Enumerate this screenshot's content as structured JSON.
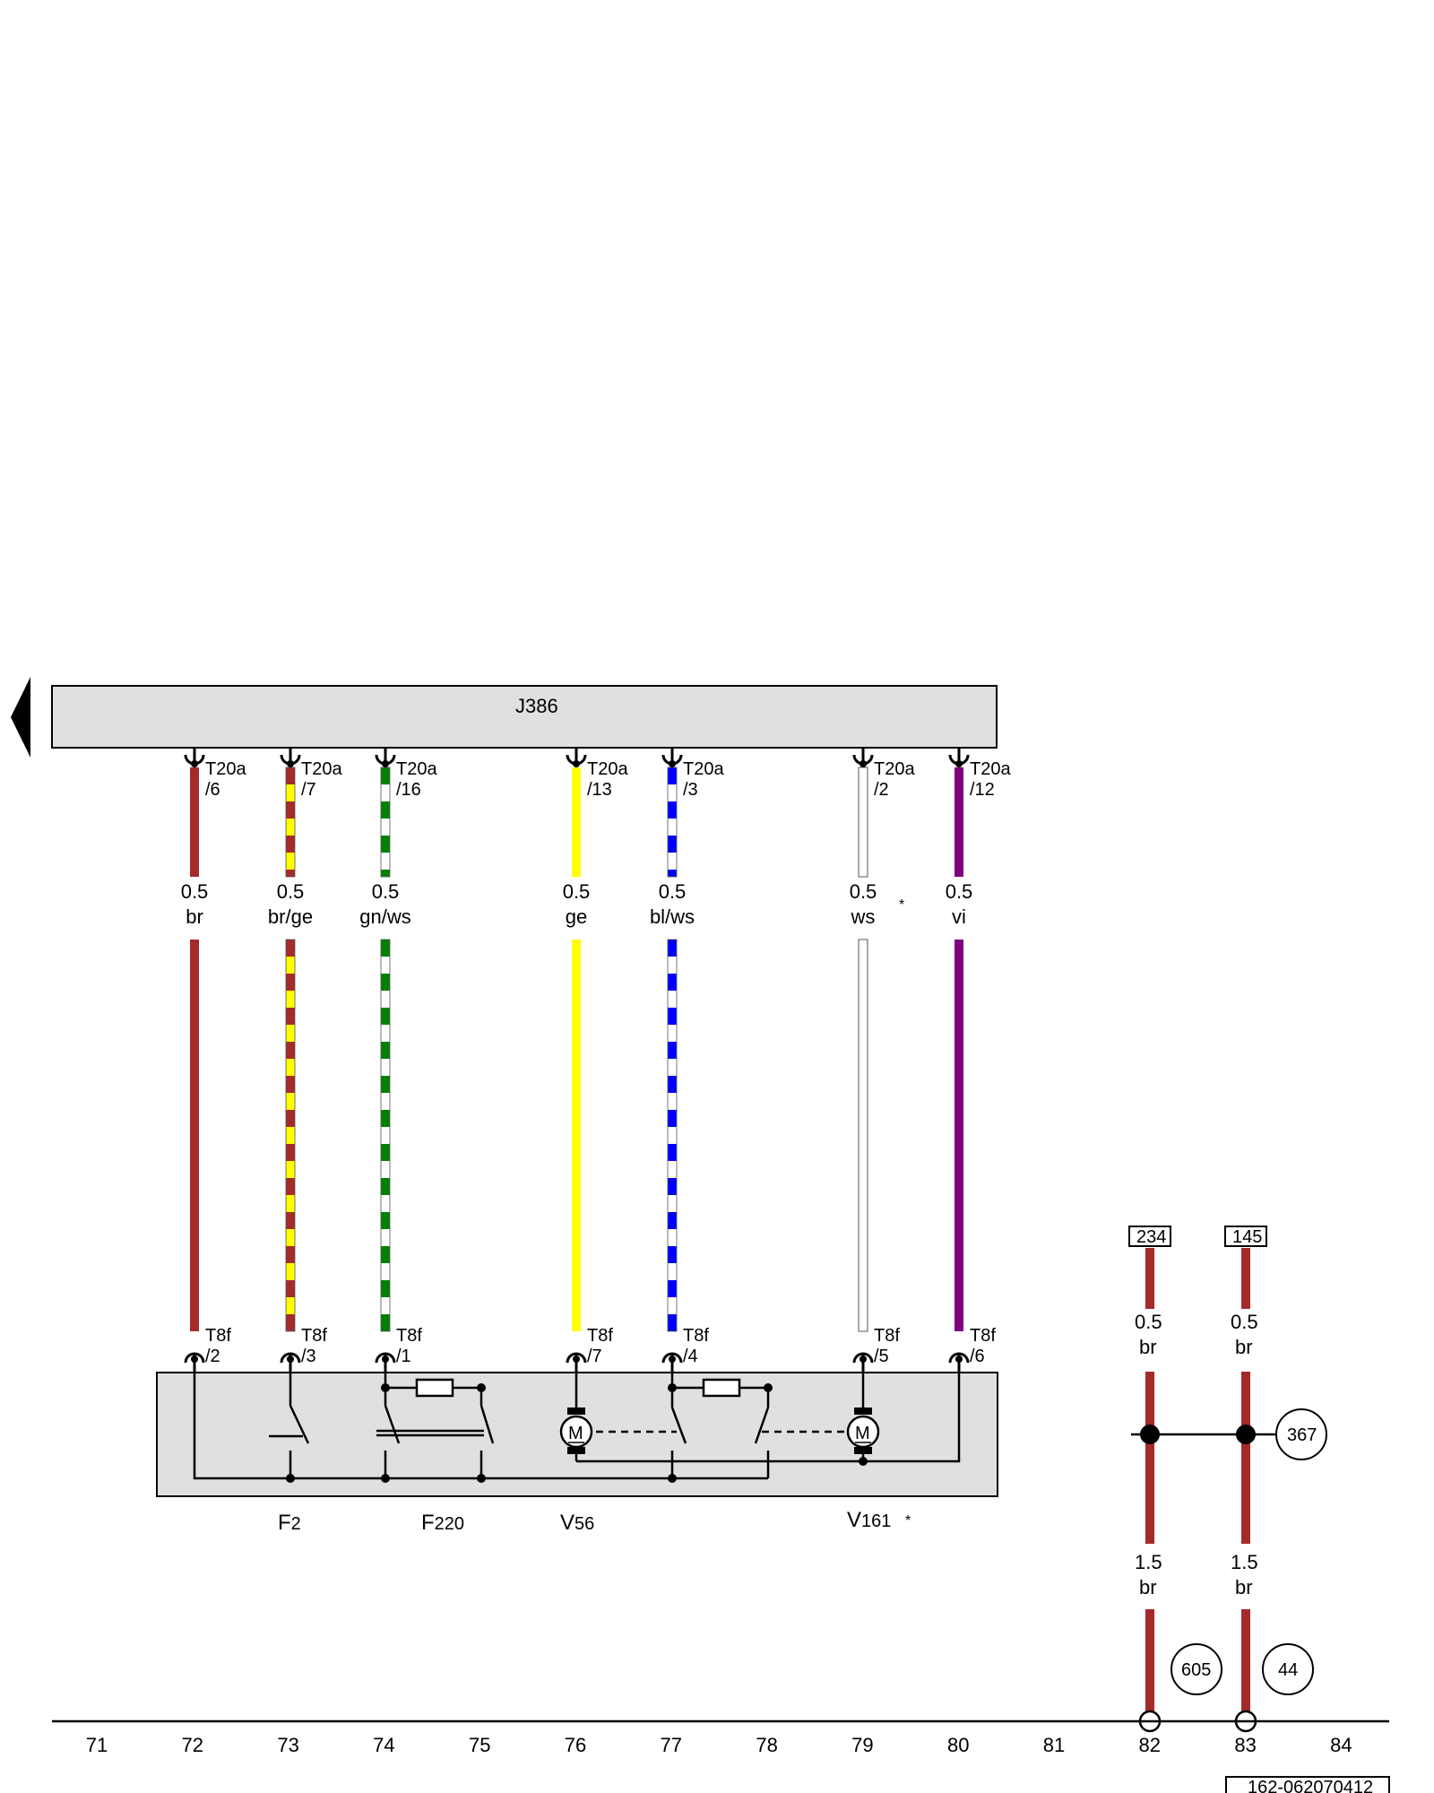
{
  "control_unit": {
    "label": "J386"
  },
  "wires": [
    {
      "id": "w1",
      "top_conn": {
        "name": "T20a",
        "pin": "/6"
      },
      "size": "0.5",
      "color_code": "br",
      "bottom_conn": {
        "name": "T8f",
        "pin": "/2"
      },
      "colors": [
        "#a52a2a"
      ]
    },
    {
      "id": "w2",
      "top_conn": {
        "name": "T20a",
        "pin": "/7"
      },
      "size": "0.5",
      "color_code": "br/ge",
      "bottom_conn": {
        "name": "T8f",
        "pin": "/3"
      },
      "colors": [
        "#a52a2a",
        "#ffff00"
      ]
    },
    {
      "id": "w3",
      "top_conn": {
        "name": "T20a",
        "pin": "/16"
      },
      "size": "0.5",
      "color_code": "gn/ws",
      "bottom_conn": {
        "name": "T8f",
        "pin": "/1"
      },
      "colors": [
        "#008000",
        "#ffffff"
      ]
    },
    {
      "id": "w4",
      "top_conn": {
        "name": "T20a",
        "pin": "/13"
      },
      "size": "0.5",
      "color_code": "ge",
      "bottom_conn": {
        "name": "T8f",
        "pin": "/7"
      },
      "colors": [
        "#ffff00"
      ]
    },
    {
      "id": "w5",
      "top_conn": {
        "name": "T20a",
        "pin": "/3"
      },
      "size": "0.5",
      "color_code": "bl/ws",
      "bottom_conn": {
        "name": "T8f",
        "pin": "/4"
      },
      "colors": [
        "#0000ff",
        "#ffffff"
      ]
    },
    {
      "id": "w6",
      "top_conn": {
        "name": "T20a",
        "pin": "/2"
      },
      "size": "0.5",
      "color_code": "ws",
      "bottom_conn": {
        "name": "T8f",
        "pin": "/5"
      },
      "colors": [
        "#ffffff"
      ],
      "note": "*"
    },
    {
      "id": "w7",
      "top_conn": {
        "name": "T20a",
        "pin": "/12"
      },
      "size": "0.5",
      "color_code": "vi",
      "bottom_conn": {
        "name": "T8f",
        "pin": "/6"
      },
      "colors": [
        "#800080"
      ]
    }
  ],
  "components": [
    {
      "id": "f2",
      "label": "F",
      "sub": "2"
    },
    {
      "id": "f220",
      "label": "F",
      "sub": "220"
    },
    {
      "id": "v56",
      "label": "V",
      "sub": "56"
    },
    {
      "id": "v161",
      "label": "V",
      "sub": "161",
      "note": "*"
    }
  ],
  "motor_symbol": "M",
  "ground_branch": {
    "left": {
      "ref_box": "234",
      "upper": {
        "size": "0.5",
        "color_code": "br"
      },
      "lower": {
        "size": "1.5",
        "color_code": "br"
      },
      "ground_ref": "605"
    },
    "right": {
      "ref_box": "145",
      "upper": {
        "size": "0.5",
        "color_code": "br"
      },
      "lower": {
        "size": "1.5",
        "color_code": "br"
      },
      "ground_ref": "44"
    },
    "junction_ref": "367"
  },
  "track_numbers": [
    "71",
    "72",
    "73",
    "74",
    "75",
    "76",
    "77",
    "78",
    "79",
    "80",
    "81",
    "82",
    "83",
    "84"
  ],
  "document_id": "162-062070412"
}
